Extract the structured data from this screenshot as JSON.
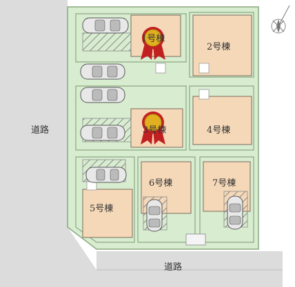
{
  "map": {
    "roads": {
      "west": "道路",
      "south": "道路"
    },
    "lots": [
      {
        "id": "lot-1",
        "label": "1号棟",
        "sold": true
      },
      {
        "id": "lot-2",
        "label": "2号棟",
        "sold": false
      },
      {
        "id": "lot-3",
        "label": "3号棟",
        "sold": true
      },
      {
        "id": "lot-4",
        "label": "4号棟",
        "sold": false
      },
      {
        "id": "lot-5",
        "label": "5号棟",
        "sold": false
      },
      {
        "id": "lot-6",
        "label": "6号棟",
        "sold": false
      },
      {
        "id": "lot-7",
        "label": "7号棟",
        "sold": false
      }
    ],
    "colors": {
      "lot": "#d8ecd0",
      "house": "#f5d8b8",
      "road": "#dcdcdc",
      "badge_gold": "#e0b020",
      "badge_red": "#c02020"
    }
  }
}
